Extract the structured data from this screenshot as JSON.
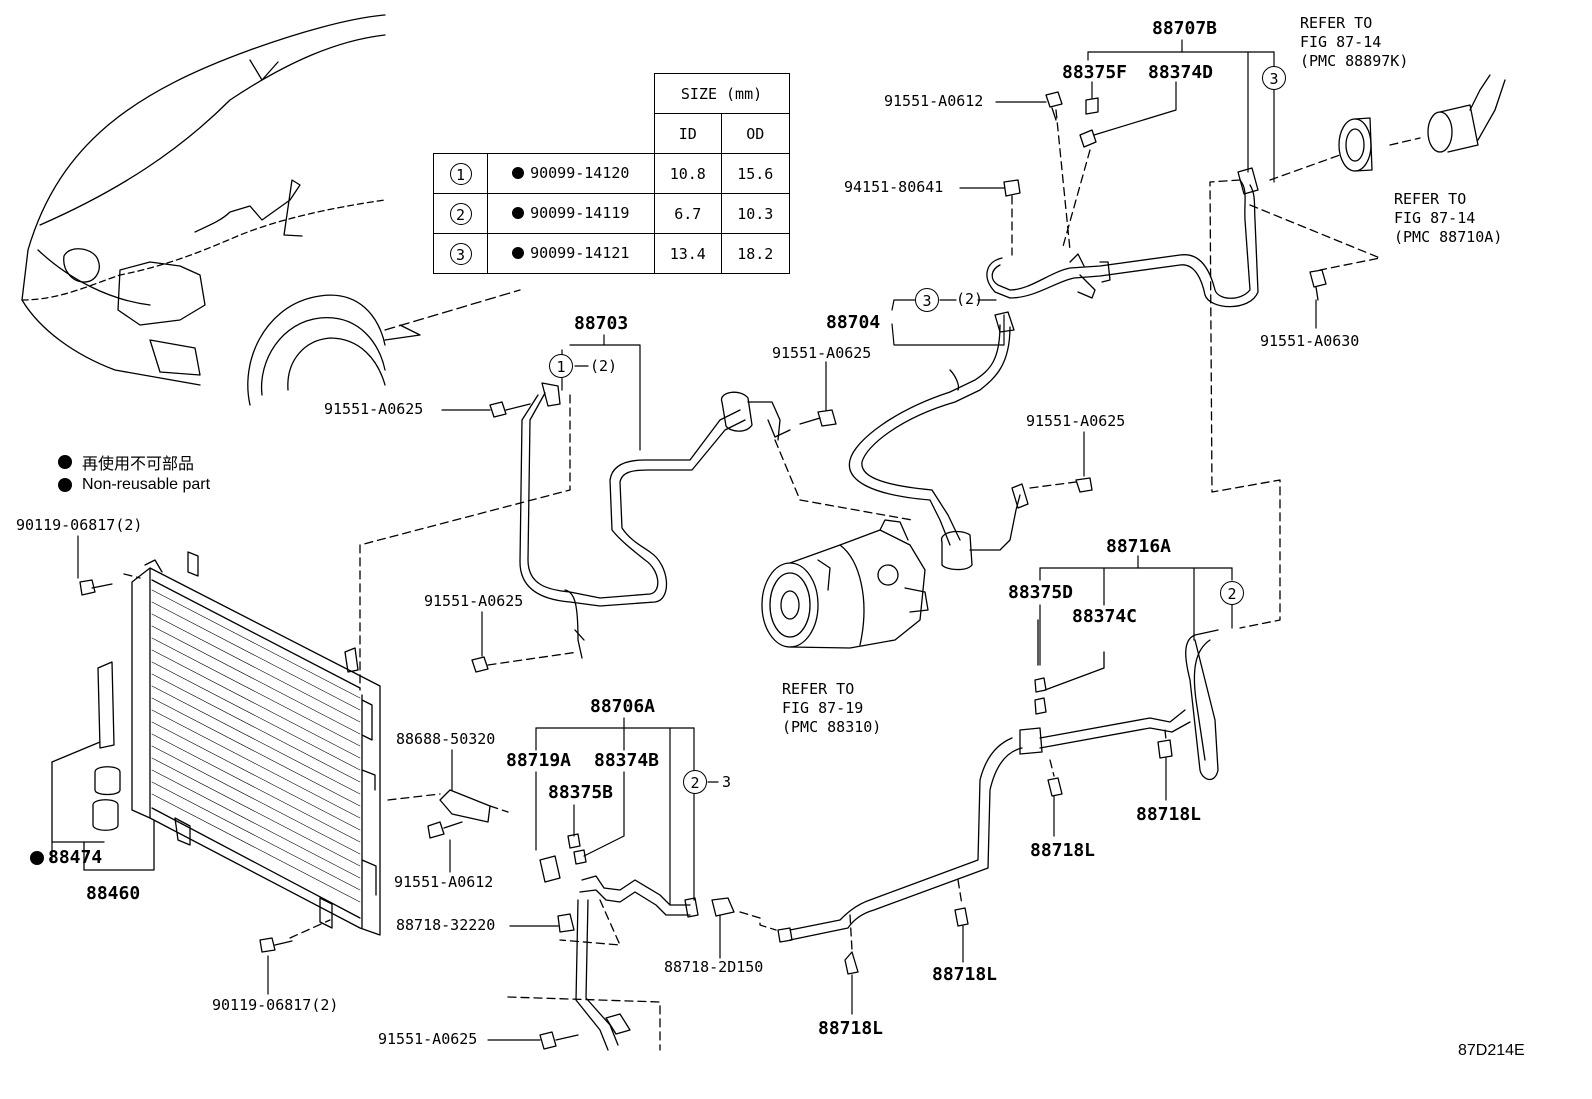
{
  "size_table": {
    "header": "SIZE (mm)",
    "col_id": "ID",
    "col_od": "OD",
    "rows": [
      {
        "num": "1",
        "part": "90099-14120",
        "id": "10.8",
        "od": "15.6"
      },
      {
        "num": "2",
        "part": "90099-14119",
        "id": "6.7",
        "od": "10.3"
      },
      {
        "num": "3",
        "part": "90099-14121",
        "id": "13.4",
        "od": "18.2"
      }
    ]
  },
  "legend": {
    "jp": "再使用不可部品",
    "en": "Non-reusable part"
  },
  "labels": {
    "p88707B": "88707B",
    "p88375F": "88375F",
    "p88374D": "88374D",
    "p91551_A0612_top": "91551-A0612",
    "p94151_80641": "94151-80641",
    "p88704": "88704",
    "p91551_A0625_mid": "91551-A0625",
    "p91551_A0630": "91551-A0630",
    "p88703": "88703",
    "p91551_A0625_left": "91551-A0625",
    "p91551_A0625_right": "91551-A0625",
    "p91551_A0625_lower": "91551-A0625",
    "p90119_06817_top": "90119-06817(2)",
    "p88716A": "88716A",
    "p88375D": "88375D",
    "p88374C": "88374C",
    "p88706A": "88706A",
    "p88688_50320": "88688-50320",
    "p88719A": "88719A",
    "p88374B": "88374B",
    "p88375B": "88375B",
    "p91551_A0612_bottom": "91551-A0612",
    "p88474": "88474",
    "p88460": "88460",
    "p88718_32220": "88718-32220",
    "p88718_2D150": "88718-2D150",
    "p90119_06817_bottom": "90119-06817(2)",
    "p91551_A0625_bottom": "91551-A0625",
    "p88718L_a": "88718L",
    "p88718L_b": "88718L",
    "p88718L_c": "88718L",
    "p88718L_d": "88718L",
    "qty2_a": "(2)",
    "qty2_b": "(2)",
    "qty3": "3"
  },
  "refs": {
    "ref_88897K": "REFER TO\nFIG 87-14\n(PMC 88897K)",
    "ref_88710A": "REFER TO\nFIG 87-14\n(PMC 88710A)",
    "ref_88310": "REFER TO\nFIG 87-19\n(PMC 88310)"
  },
  "circles": {
    "c1_88703": "1",
    "c3_88704": "3",
    "c3_88707B": "3",
    "c2_88716A": "2",
    "c2_88706A": "2"
  },
  "figure_code": "87D214E"
}
